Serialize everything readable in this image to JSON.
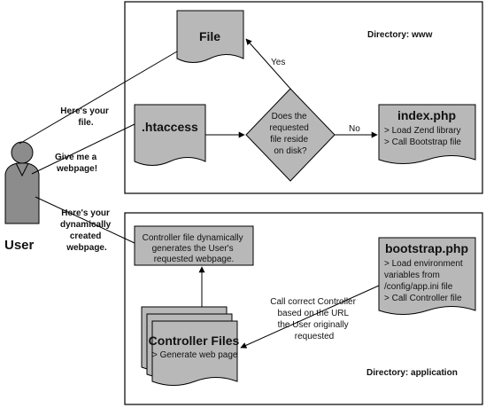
{
  "diagram": {
    "colors": {
      "box_fill": "#b8b8b8",
      "stroke": "#000000",
      "background": "#ffffff",
      "user_fill": "#8c8c8c"
    },
    "user": {
      "label": "User",
      "icon": "user-person-icon"
    },
    "messages": {
      "heres_your_file": [
        "Here's your",
        "file."
      ],
      "give_me_webpage": [
        "Give me a",
        "webpage!"
      ],
      "heres_dynamic": [
        "Here's your",
        "dynamically",
        "created",
        "webpage."
      ]
    },
    "www": {
      "directory_label": "Directory: www",
      "file_doc": {
        "title": "File"
      },
      "htaccess_doc": {
        "title": ".htaccess"
      },
      "decision": {
        "lines": [
          "Does the",
          "requested",
          "file reside",
          "on disk?"
        ]
      },
      "yes_label": "Yes",
      "no_label": "No",
      "index_doc": {
        "title": "index.php",
        "lines": [
          "> Load Zend library",
          "> Call Bootstrap file"
        ]
      }
    },
    "application": {
      "directory_label": "Directory: application",
      "controller_box": {
        "lines": [
          "Controller file dynamically",
          "generates the User's",
          "requested webpage."
        ]
      },
      "bootstrap_doc": {
        "title": "bootstrap.php",
        "lines": [
          "> Load environment",
          "variables from",
          "/config/app.ini file",
          "> Call Controller file"
        ]
      },
      "call_controller_text": [
        "Call correct Controller",
        "based on the URL",
        "the User originally",
        "requested"
      ],
      "controller_files": {
        "title": "Controller Files",
        "line": "> Generate web page"
      }
    }
  }
}
